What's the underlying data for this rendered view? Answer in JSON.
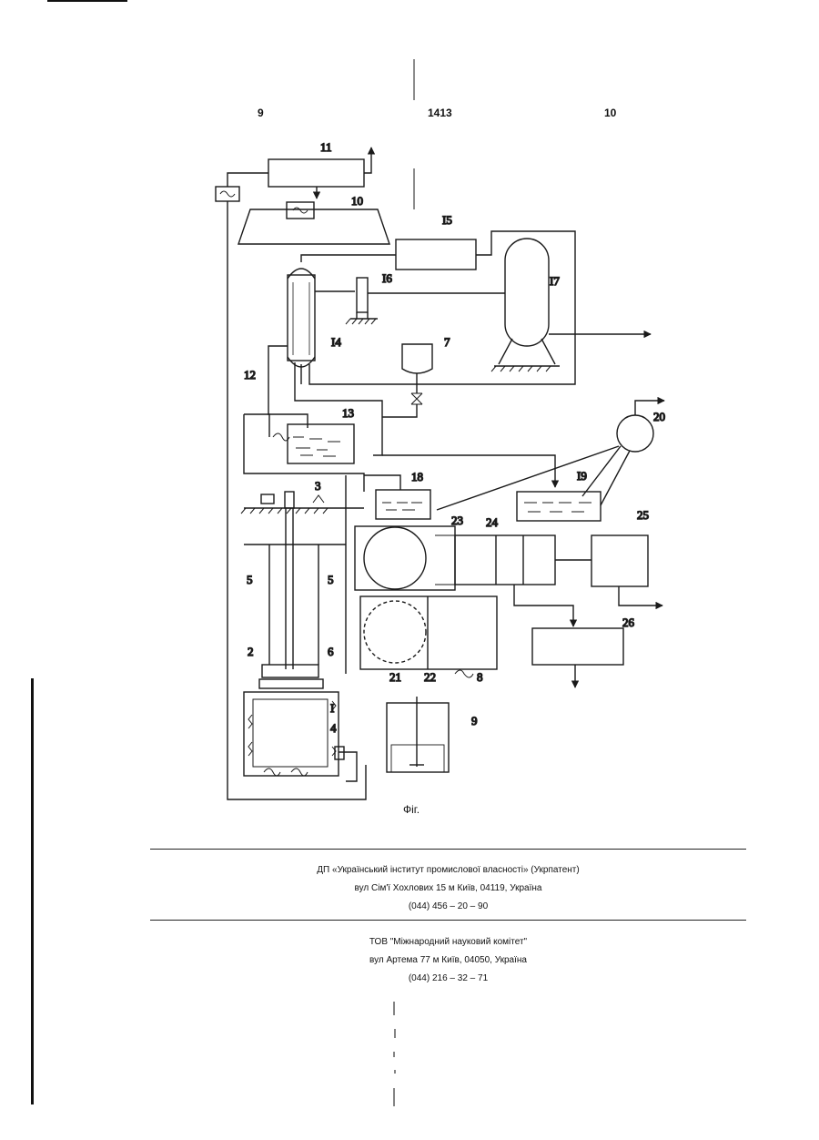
{
  "header": {
    "left_page": "9",
    "center_number": "1413",
    "right_page": "10"
  },
  "diagram_labels": {
    "l11": "11",
    "l10": "10",
    "l15": "I5",
    "l16": "I6",
    "l17": "I7",
    "l14": "I4",
    "l12": "12",
    "l7": "7",
    "l13": "13",
    "l20": "20",
    "l18": "18",
    "l19": "I9",
    "l3": "3",
    "l23": "23",
    "l24": "24",
    "l25": "25",
    "l5a": "5",
    "l5b": "5",
    "l26": "26",
    "l2": "2",
    "l6": "6",
    "l21": "21",
    "l22": "22",
    "l8": "8",
    "l9": "9",
    "lI": "I",
    "l4": "4"
  },
  "caption": "Фіг.",
  "publisher": {
    "name": "ДП «Український інститут промислової власності» (Укрпатент)",
    "address": "вул  Сім'ї Хохлових  15  м  Київ, 04119, Україна",
    "phone": "(044) 456 – 20 –  90"
  },
  "printer": {
    "name": "ТОВ \"Міжнародний науковий комітет\"",
    "address": "вул  Артема  77  м  Київ, 04050, Україна",
    "phone": "(044) 216 – 32 – 71"
  }
}
